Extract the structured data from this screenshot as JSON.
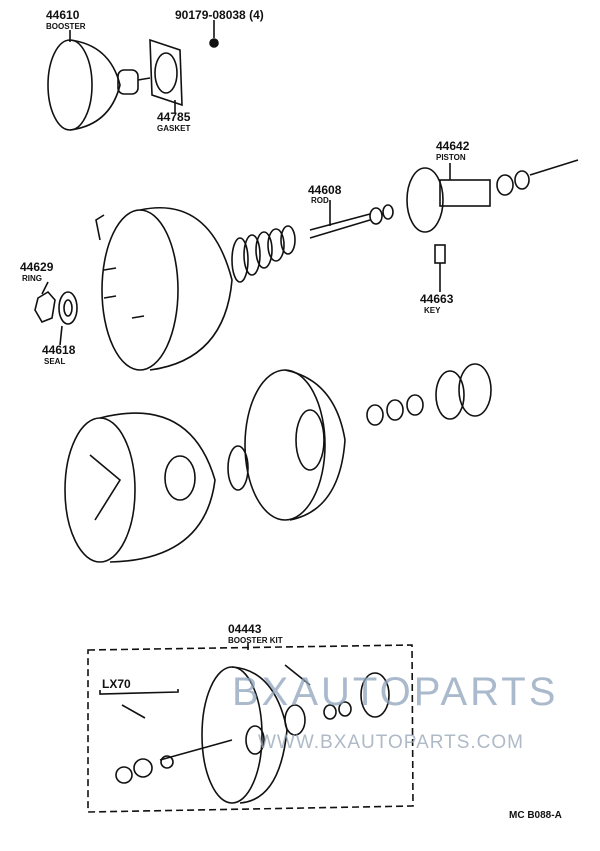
{
  "labels": {
    "booster": {
      "number": "44610",
      "name": "BOOSTER"
    },
    "nut": {
      "number": "90179-08038 (4)"
    },
    "gasket": {
      "number": "44785",
      "name": "GASKET"
    },
    "piston": {
      "number": "44642",
      "name": "PISTON"
    },
    "rod": {
      "number": "44608",
      "name": "ROD"
    },
    "ring": {
      "number": "44629",
      "name": "RING"
    },
    "seal": {
      "number": "44618",
      "name": "SEAL"
    },
    "key": {
      "number": "44663",
      "name": "KEY"
    },
    "kit": {
      "number": "04443",
      "name": "BOOSTER KIT"
    },
    "variant": "LX70"
  },
  "reference": "MC B088-A",
  "watermark": {
    "brand": "BXAUTOPARTS",
    "url": "WWW.BXAUTOPARTS.COM"
  }
}
